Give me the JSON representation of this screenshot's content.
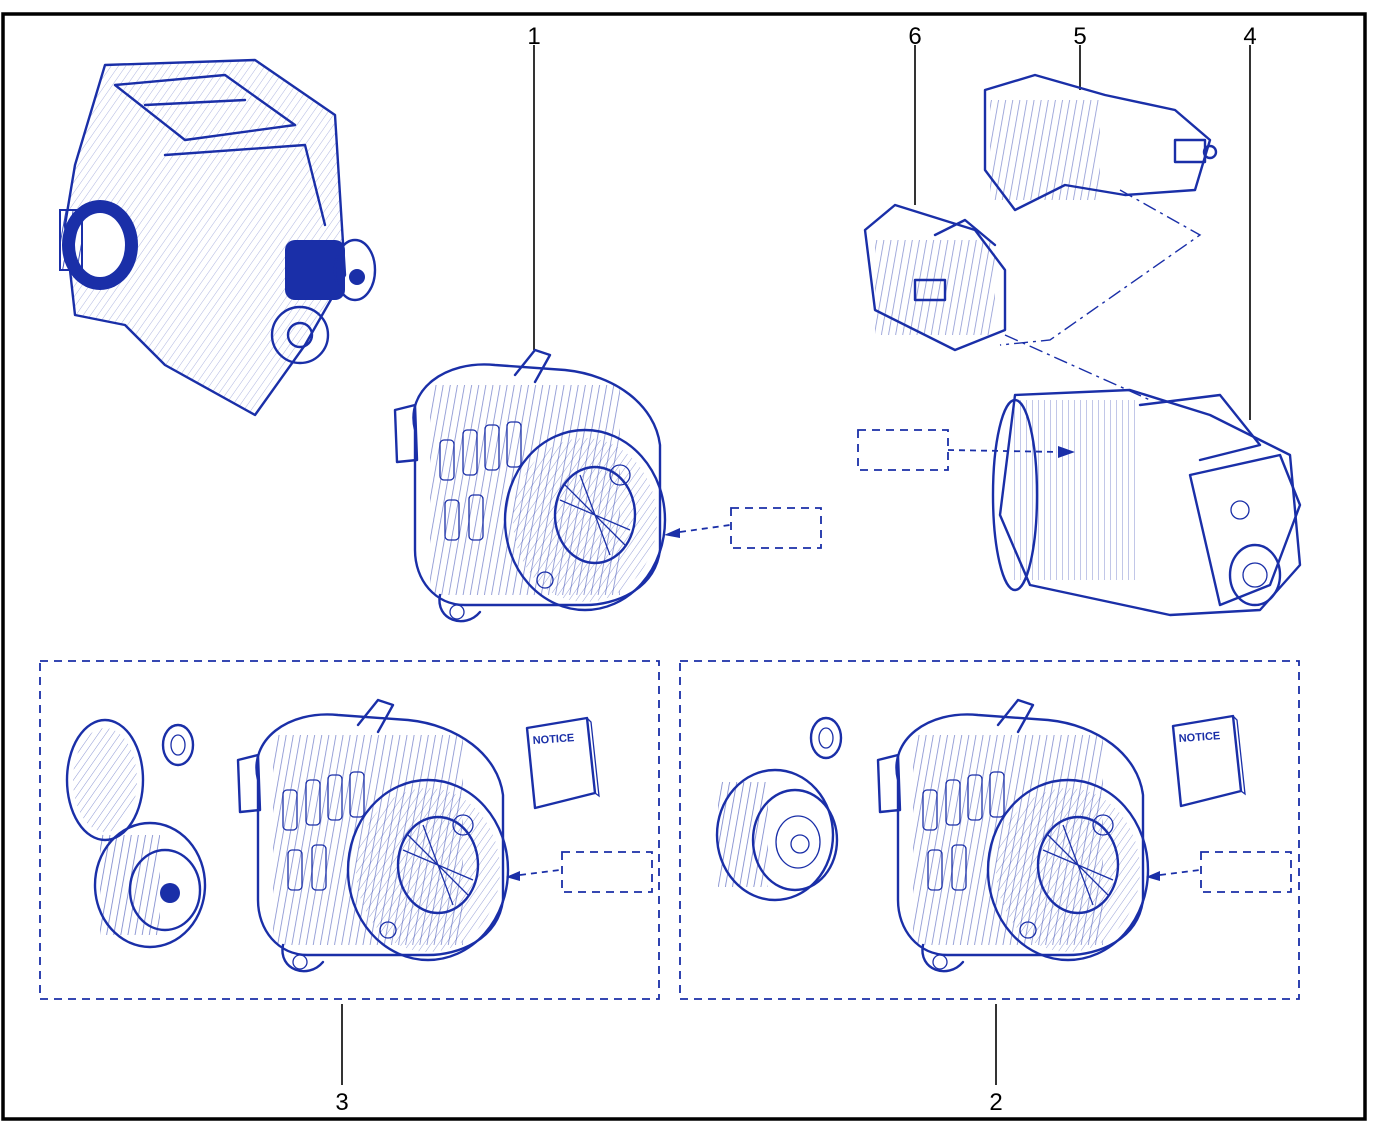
{
  "callouts": {
    "c1": "1",
    "c2": "2",
    "c3": "3",
    "c4": "4",
    "c5": "5",
    "c6": "6"
  },
  "booklet": {
    "left_label": "NOTICE",
    "right_label": "NOTICE"
  },
  "colors": {
    "ink": "#1a2fa8",
    "frame": "#000000",
    "background": "#ffffff"
  },
  "icons": {
    "engine": "engine-assembly-icon",
    "alternator": "alternator-icon",
    "starter": "starter-motor-icon",
    "pulley": "pulley-icon",
    "cap": "end-cap-icon",
    "nut": "nut-icon",
    "booklet": "notice-booklet-icon"
  }
}
